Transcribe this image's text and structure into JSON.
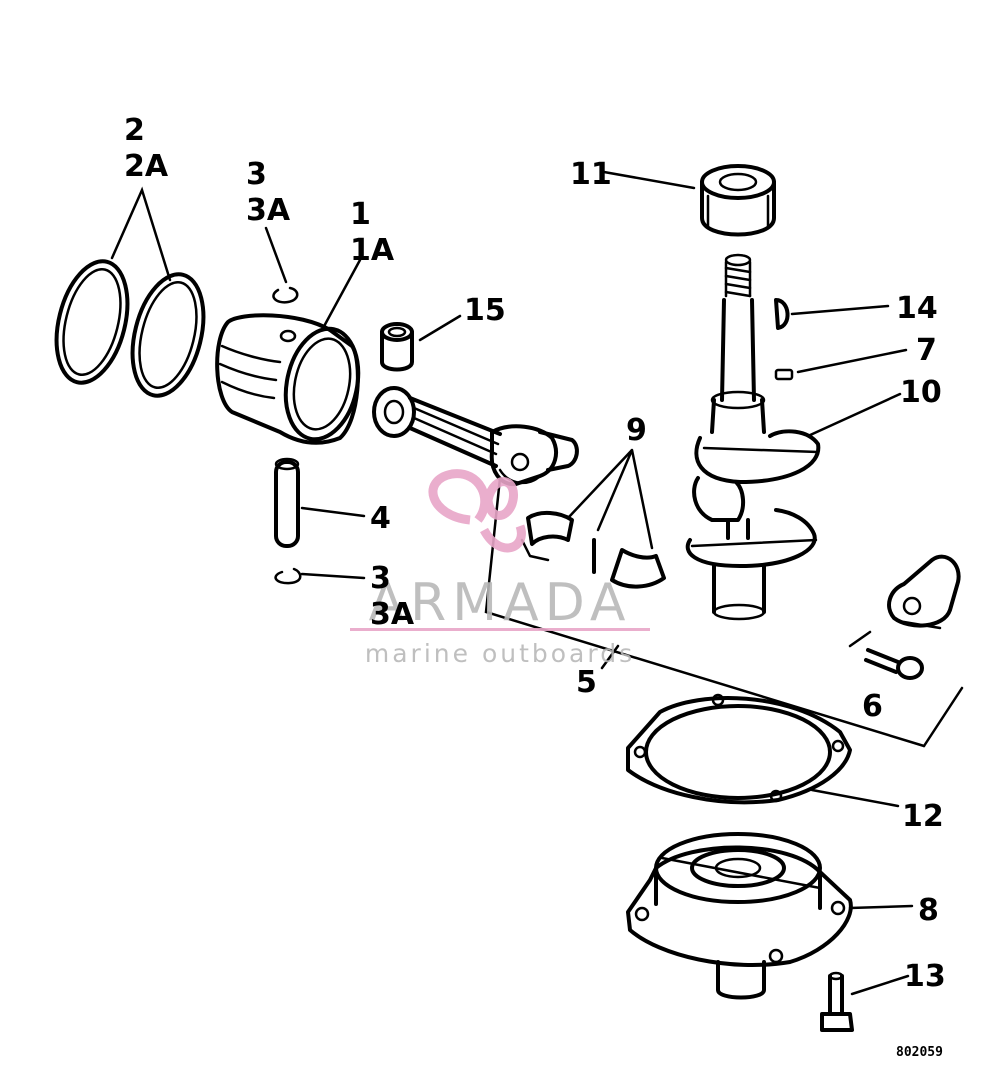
{
  "callouts": [
    {
      "id": "c2",
      "text": "2"
    },
    {
      "id": "c2a",
      "text": "2A"
    },
    {
      "id": "c3-top",
      "text": "3"
    },
    {
      "id": "c3a-top",
      "text": "3A"
    },
    {
      "id": "c1",
      "text": "1"
    },
    {
      "id": "c1a",
      "text": "1A"
    },
    {
      "id": "c15",
      "text": "15"
    },
    {
      "id": "c4",
      "text": "4"
    },
    {
      "id": "c3-bottom",
      "text": "3"
    },
    {
      "id": "c3a-bottom",
      "text": "3A"
    },
    {
      "id": "c9",
      "text": "9"
    },
    {
      "id": "c5",
      "text": "5"
    },
    {
      "id": "c11",
      "text": "11"
    },
    {
      "id": "c14",
      "text": "14"
    },
    {
      "id": "c7",
      "text": "7"
    },
    {
      "id": "c10",
      "text": "10"
    },
    {
      "id": "c6",
      "text": "6"
    },
    {
      "id": "c12",
      "text": "12"
    },
    {
      "id": "c8",
      "text": "8"
    },
    {
      "id": "c13",
      "text": "13"
    }
  ],
  "drawing_number": "802059",
  "watermark": {
    "title": "ARMADA",
    "subtitle": "marine outboards",
    "logo_color": "#e8a6c8",
    "text_color": "#b9b9b9"
  },
  "icons": [
    "armada-logo-icon"
  ]
}
